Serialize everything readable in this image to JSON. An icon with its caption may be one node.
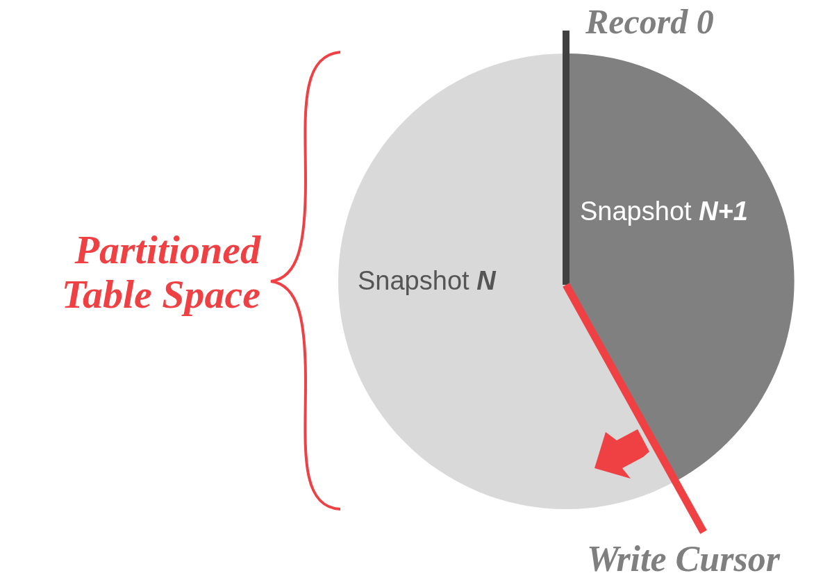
{
  "diagram": {
    "nodes": [
      {
        "text": [
          "Snapshot *N*"
        ]
      },
      {
        "text": [
          "Snapshot *N+1*"
        ],
        "in": 0
      }
    ],
    "labels": [
      "Record 0",
      "Partitioned Table Space",
      "Write Cursor"
    ]
  }
}
